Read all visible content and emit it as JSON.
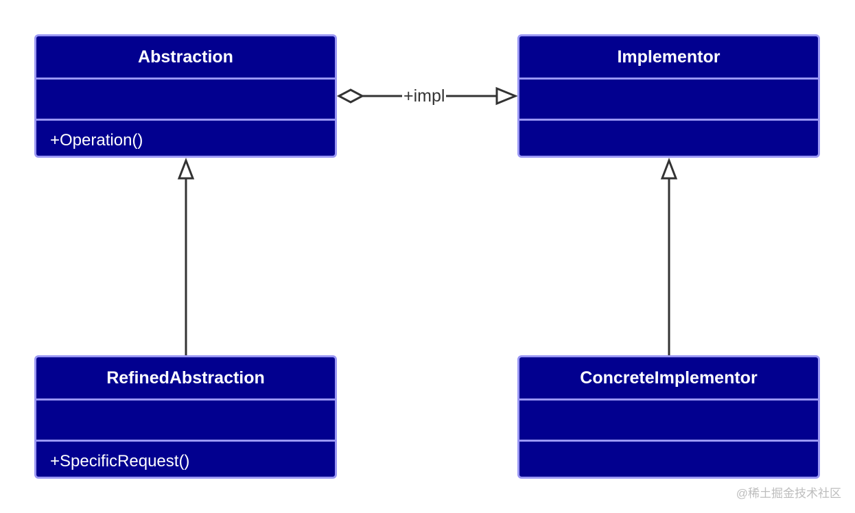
{
  "classes": {
    "abstraction": {
      "name": "Abstraction",
      "attributes": "",
      "operations": "+Operation()"
    },
    "implementor": {
      "name": "Implementor",
      "attributes": "",
      "operations": ""
    },
    "refined_abstraction": {
      "name": "RefinedAbstraction",
      "attributes": "",
      "operations": "+SpecificRequest()"
    },
    "concrete_implementor": {
      "name": "ConcreteImplementor",
      "attributes": "",
      "operations": ""
    }
  },
  "relations": {
    "impl_label": "+impl"
  },
  "watermark": "@稀土掘金技术社区",
  "colors": {
    "class_fill": "#02008f",
    "class_border": "#9a97f4",
    "class_text": "#ffffff",
    "connector": "#333333"
  }
}
